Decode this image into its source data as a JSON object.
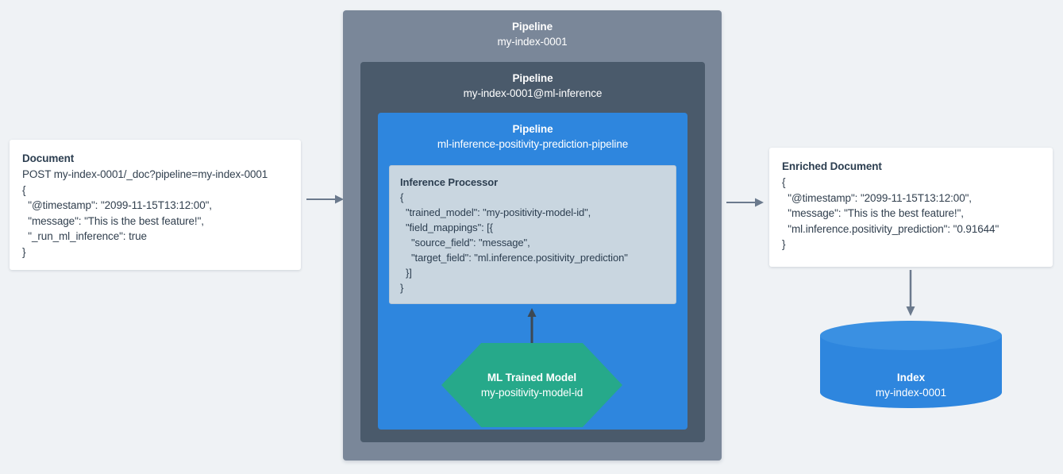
{
  "background_color": "#eff2f5",
  "colors": {
    "pipeline_outer": "#7a8799",
    "pipeline_middle": "#4a5a6b",
    "pipeline_inner": "#2e86de",
    "processor_box": "#c9d6e0",
    "ml_model": "#26a98a",
    "index": "#2e86de",
    "arrow": "#6b7a8d",
    "text": "#2c3e50"
  },
  "document": {
    "title": "Document",
    "lines": [
      "POST my-index-0001/_doc?pipeline=my-index-0001",
      "{",
      "  \"@timestamp\": \"2099-11-15T13:12:00\",",
      "  \"message\": \"This is the best feature!\",",
      "  \"_run_ml_inference\": true",
      "}"
    ]
  },
  "pipelines": {
    "outer": {
      "label": "Pipeline",
      "value": "my-index-0001"
    },
    "middle": {
      "label": "Pipeline",
      "value": "my-index-0001@ml-inference"
    },
    "inner": {
      "label": "Pipeline",
      "value": "ml-inference-positivity-prediction-pipeline"
    }
  },
  "inference_processor": {
    "title": "Inference Processor",
    "lines": [
      "{",
      "  \"trained_model\": \"my-positivity-model-id\",",
      "  \"field_mappings\": [{",
      "    \"source_field\": \"message\",",
      "    \"target_field\": \"ml.inference.positivity_prediction\"",
      "  }]",
      "}"
    ]
  },
  "ml_model": {
    "label": "ML Trained Model",
    "value": "my-positivity-model-id"
  },
  "enriched_document": {
    "title": "Enriched Document",
    "lines": [
      "{",
      "  \"@timestamp\": \"2099-11-15T13:12:00\",",
      "  \"message\": \"This is the best feature!\",",
      "  \"ml.inference.positivity_prediction\": \"0.91644\"",
      "}"
    ]
  },
  "index": {
    "label": "Index",
    "value": "my-index-0001"
  }
}
